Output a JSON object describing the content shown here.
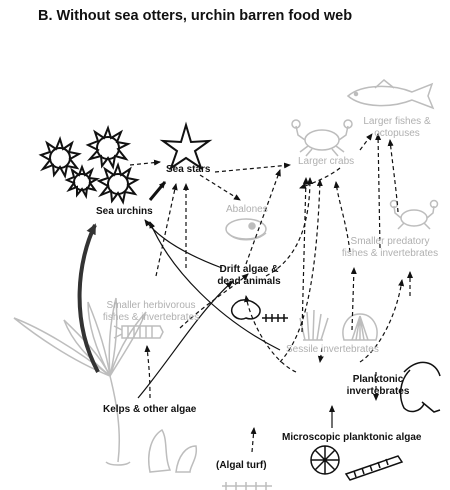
{
  "title": "B.  Without sea otters, urchin barren food web",
  "nodes": {
    "sea_urchins": "Sea urchins",
    "sea_stars": "Sea stars",
    "abalones": "Abalones",
    "larger_crabs": "Larger crabs",
    "larger_fishes_line1": "Larger fishes &",
    "larger_fishes_line2": "octopuses",
    "smaller_predatory_line1": "Smaller predatory",
    "smaller_predatory_line2": "fishes & invertebrates",
    "drift_algae_line1": "Drift algae &",
    "drift_algae_line2": "dead animals",
    "smaller_herbivorous_line1": "Smaller herbivorous",
    "smaller_herbivorous_line2": "fishes & invertebrates",
    "sessile_invertebrates": "Sessile invertebrates",
    "planktonic_line1": "Planktonic",
    "planktonic_line2": "invertebrates",
    "kelps": "Kelps & other algae",
    "microscopic_algae": "Microscopic planktonic algae",
    "algal_turf": "(Algal turf)"
  },
  "colors": {
    "active": "#111111",
    "faded": "#b5b5b5"
  },
  "icons": [
    "sea-urchin-icon",
    "sea-star-icon",
    "crab-icon",
    "fish-icon",
    "abalone-icon",
    "shrimp-icon",
    "kelp-icon",
    "scallop-icon",
    "anemone-icon",
    "plankton-icon",
    "diatom-icon",
    "algal-turf-icon"
  ]
}
